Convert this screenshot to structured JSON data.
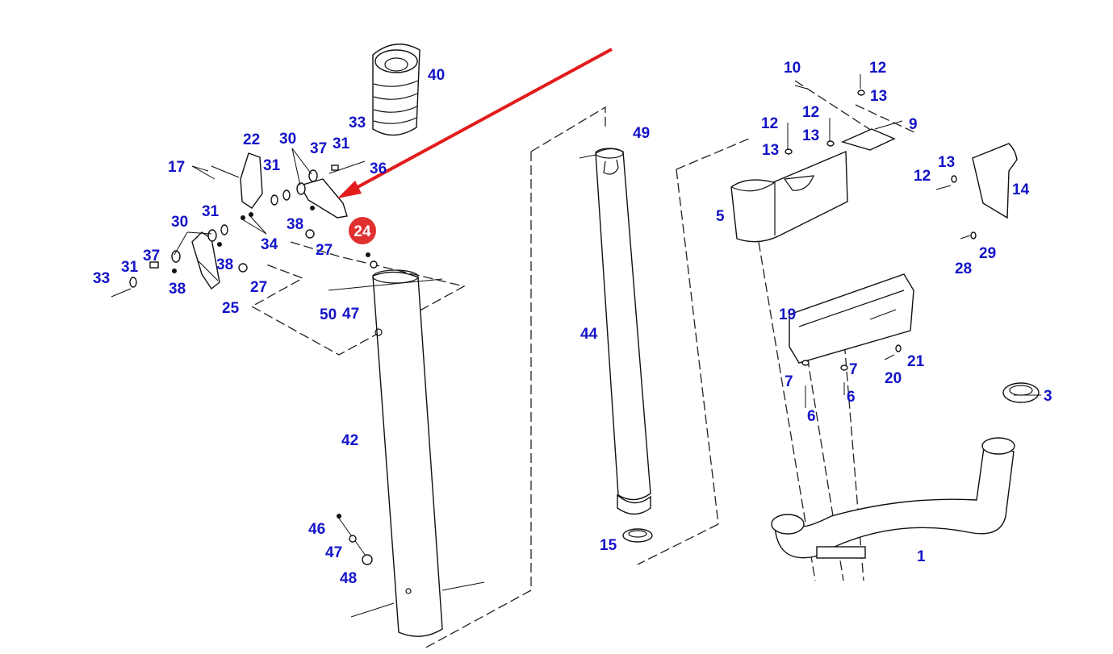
{
  "callouts": [
    {
      "id": "c40",
      "text": "40"
    },
    {
      "id": "c33a",
      "text": "33"
    },
    {
      "id": "c22",
      "text": "22"
    },
    {
      "id": "c30a",
      "text": "30"
    },
    {
      "id": "c37a",
      "text": "37"
    },
    {
      "id": "c31a",
      "text": "31"
    },
    {
      "id": "c36",
      "text": "36"
    },
    {
      "id": "c17",
      "text": "17"
    },
    {
      "id": "c31b",
      "text": "31"
    },
    {
      "id": "c31c",
      "text": "31"
    },
    {
      "id": "c30b",
      "text": "30"
    },
    {
      "id": "c38a",
      "text": "38"
    },
    {
      "id": "c34",
      "text": "34"
    },
    {
      "id": "c27a",
      "text": "27"
    },
    {
      "id": "c37b",
      "text": "37"
    },
    {
      "id": "c31d",
      "text": "31"
    },
    {
      "id": "c33b",
      "text": "33"
    },
    {
      "id": "c38b",
      "text": "38"
    },
    {
      "id": "c38c",
      "text": "38"
    },
    {
      "id": "c27b",
      "text": "27"
    },
    {
      "id": "c25",
      "text": "25"
    },
    {
      "id": "c50",
      "text": "50"
    },
    {
      "id": "c47a",
      "text": "47"
    },
    {
      "id": "c42",
      "text": "42"
    },
    {
      "id": "c46",
      "text": "46"
    },
    {
      "id": "c47b",
      "text": "47"
    },
    {
      "id": "c48",
      "text": "48"
    },
    {
      "id": "c49",
      "text": "49"
    },
    {
      "id": "c44",
      "text": "44"
    },
    {
      "id": "c15",
      "text": "15"
    },
    {
      "id": "c10",
      "text": "10"
    },
    {
      "id": "c12a",
      "text": "12"
    },
    {
      "id": "c13a",
      "text": "13"
    },
    {
      "id": "c12b",
      "text": "12"
    },
    {
      "id": "c12c",
      "text": "12"
    },
    {
      "id": "c13b",
      "text": "13"
    },
    {
      "id": "c9",
      "text": "9"
    },
    {
      "id": "c13c",
      "text": "13"
    },
    {
      "id": "c5",
      "text": "5"
    },
    {
      "id": "c13d",
      "text": "13"
    },
    {
      "id": "c12d",
      "text": "12"
    },
    {
      "id": "c14",
      "text": "14"
    },
    {
      "id": "c28",
      "text": "28"
    },
    {
      "id": "c29",
      "text": "29"
    },
    {
      "id": "c19",
      "text": "19"
    },
    {
      "id": "c21",
      "text": "21"
    },
    {
      "id": "c20",
      "text": "20"
    },
    {
      "id": "c7a",
      "text": "7"
    },
    {
      "id": "c7b",
      "text": "7"
    },
    {
      "id": "c6a",
      "text": "6"
    },
    {
      "id": "c6b",
      "text": "6"
    },
    {
      "id": "c3",
      "text": "3"
    },
    {
      "id": "c1",
      "text": "1"
    }
  ],
  "highlight": {
    "text": "24",
    "color": "#e03030"
  },
  "colors": {
    "label": "#1414c8",
    "arrow": "#e21b1b",
    "lines": "#111111"
  }
}
